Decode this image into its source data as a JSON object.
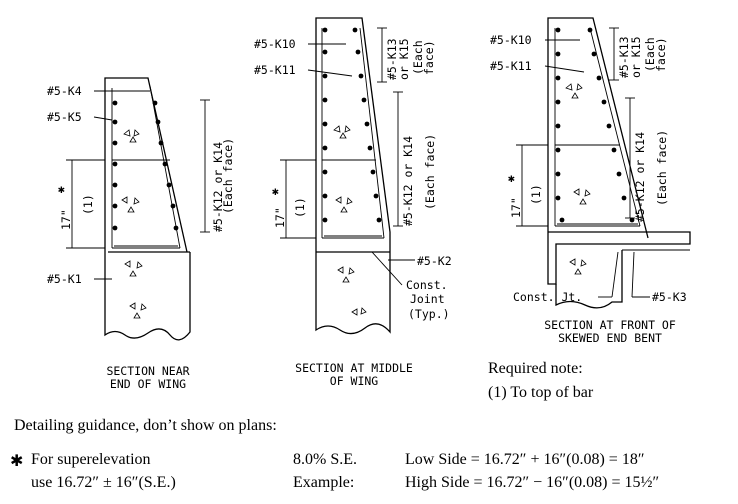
{
  "sections": {
    "s1": {
      "caption1": "SECTION NEAR",
      "caption2": "END OF WING",
      "k4": "#5-K4",
      "k5": "#5-K5",
      "k1": "#5-K1",
      "k12": "#5-K12 or K14",
      "each_face": "(Each face)",
      "dim17": "17\"",
      "star": "✱",
      "note1": "(1)"
    },
    "s2": {
      "caption1": "SECTION AT MIDDLE",
      "caption2": "OF WING",
      "k10": "#5-K10",
      "k11": "#5-K11",
      "k13": "#5-K13",
      "or_k15": "or K15",
      "each": "(Each",
      "face": "face)",
      "k12": "#5-K12 or K14",
      "each_face": "(Each face)",
      "k2": "#5-K2",
      "const": "Const.",
      "joint": "Joint",
      "typ": "(Typ.)",
      "dim17": "17\"",
      "star": "✱",
      "note1": "(1)"
    },
    "s3": {
      "caption1": "SECTION AT FRONT OF",
      "caption2": "SKEWED END BENT",
      "k10": "#5-K10",
      "k11": "#5-K11",
      "k13": "#5-K13",
      "or_k15": "or K15",
      "each": "(Each",
      "face": "face)",
      "k12": "#5-K12 or K14",
      "each_face": "(Each face)",
      "const_jt": "Const. Jt.",
      "k3": "#5-K3",
      "dim17": "17\"",
      "star": "✱",
      "note1": "(1)"
    }
  },
  "required_note": {
    "title": "Required note:",
    "item": "(1) To top of bar"
  },
  "guidance": {
    "heading": "Detailing guidance, don’t show on plans:",
    "star": "✱",
    "line1_col1": "For superelevation",
    "line2_col1": "use 16.72″ ± 16″(S.E.)",
    "line1_col2": "8.0% S.E.",
    "line2_col2": "Example:",
    "line1_col3": "Low Side = 16.72″ + 16″(0.08) = 18″",
    "line2_col3": "High Side = 16.72″ − 16″(0.08) = 15½″"
  }
}
